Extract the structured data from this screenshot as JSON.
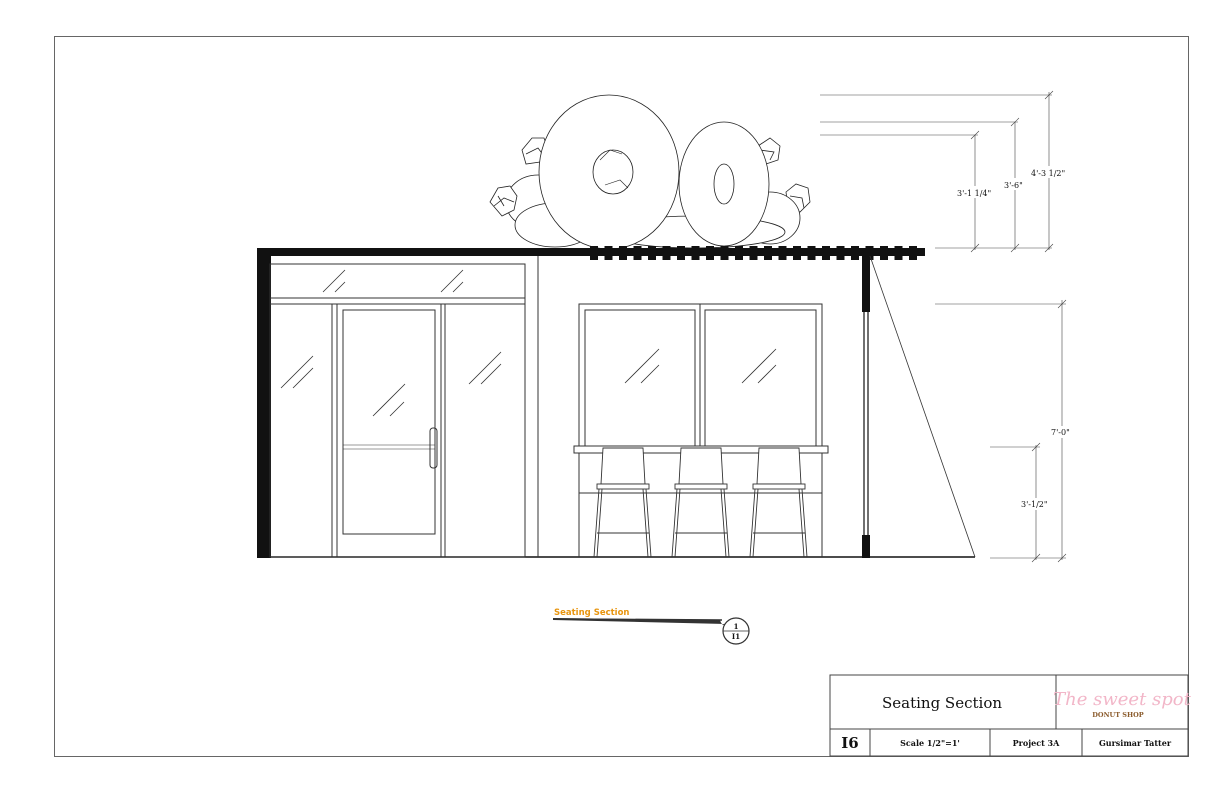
{
  "drawing": {
    "dimensions": {
      "d1": "3'-1 1/4\"",
      "d2": "3'-6\"",
      "d3": "4'-3 1/2\"",
      "d4": "7'-0\"",
      "d5": "3'-1/2\""
    },
    "callout": {
      "label": "Seating Section",
      "number": "1",
      "sheet": "I1"
    },
    "accent_color": "#e8950f"
  },
  "title_block": {
    "title": "Seating Section",
    "sheet_number": "I6",
    "scale": "Scale 1/2\"=1'",
    "project": "Project 3A",
    "author": "Gursimar Tatter",
    "logo": {
      "name": "The sweet spot",
      "tagline": "DONUT SHOP",
      "name_color": "#f2b6c8",
      "tagline_color": "#8a5a2b"
    }
  }
}
